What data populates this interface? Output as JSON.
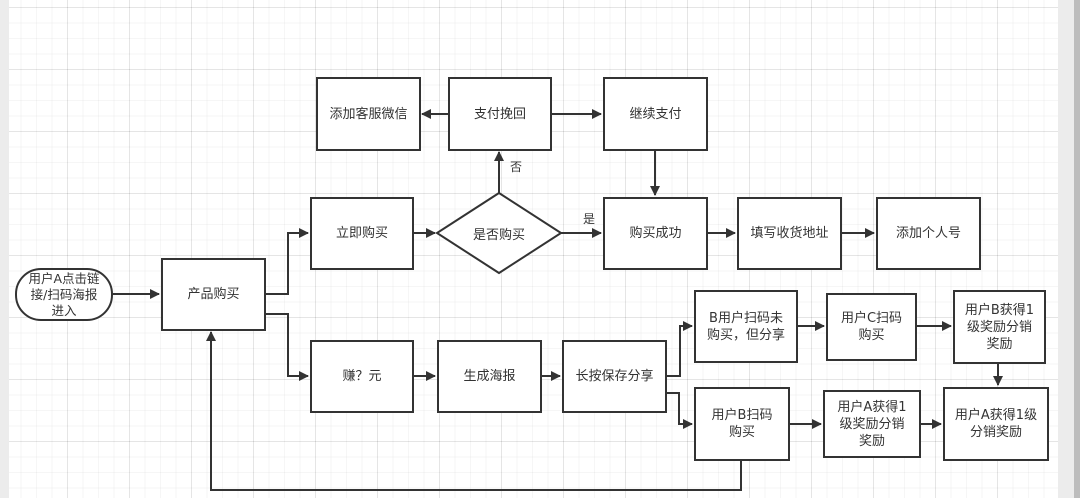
{
  "diagram": {
    "type": "flowchart",
    "nodes": {
      "start": "用户A点击链接/扫码海报进入",
      "product_purchase": "产品购买",
      "buy_now": "立即购买",
      "decision_buy": "是否购买",
      "payment_recovery": "支付挽回",
      "add_service_wechat": "添加客服微信",
      "continue_payment": "继续支付",
      "purchase_success": "购买成功",
      "fill_address": "填写收货地址",
      "add_personal": "添加个人号",
      "earn_yuan": "赚？元",
      "generate_poster": "生成海报",
      "long_press_share": "长按保存分享",
      "b_scan_no_buy_share": "B用户扫码未购买，但分享",
      "c_scan_buy": "用户C扫码购买",
      "b_gets_level1": "用户B获得1级奖励分销奖励",
      "b_scan_buy": "用户B扫码购买",
      "a_gets_level1_reward": "用户A获得1级奖励分销奖励",
      "a_gets_level1_dist": "用户A获得1级分销奖励"
    },
    "edge_labels": {
      "yes": "是",
      "no": "否"
    },
    "edges": [
      {
        "from": "start",
        "to": "product_purchase"
      },
      {
        "from": "product_purchase",
        "to": "buy_now"
      },
      {
        "from": "product_purchase",
        "to": "earn_yuan"
      },
      {
        "from": "buy_now",
        "to": "decision_buy"
      },
      {
        "from": "decision_buy",
        "to": "purchase_success",
        "label": "是"
      },
      {
        "from": "decision_buy",
        "to": "payment_recovery",
        "label": "否"
      },
      {
        "from": "payment_recovery",
        "to": "add_service_wechat"
      },
      {
        "from": "payment_recovery",
        "to": "continue_payment"
      },
      {
        "from": "continue_payment",
        "to": "purchase_success"
      },
      {
        "from": "purchase_success",
        "to": "fill_address"
      },
      {
        "from": "fill_address",
        "to": "add_personal"
      },
      {
        "from": "earn_yuan",
        "to": "generate_poster"
      },
      {
        "from": "generate_poster",
        "to": "long_press_share"
      },
      {
        "from": "long_press_share",
        "to": "b_scan_no_buy_share"
      },
      {
        "from": "long_press_share",
        "to": "b_scan_buy"
      },
      {
        "from": "b_scan_no_buy_share",
        "to": "c_scan_buy"
      },
      {
        "from": "c_scan_buy",
        "to": "b_gets_level1"
      },
      {
        "from": "b_gets_level1",
        "to": "a_gets_level1_dist"
      },
      {
        "from": "b_scan_buy",
        "to": "a_gets_level1_reward"
      },
      {
        "from": "a_gets_level1_reward",
        "to": "a_gets_level1_dist"
      },
      {
        "from": "b_scan_buy",
        "to": "product_purchase"
      }
    ]
  },
  "lines": {
    "start": [
      "用户A点击链",
      "接/扫码海报",
      "进入"
    ],
    "b_scan_no_buy_share": [
      "B用户扫码未",
      "购买，但分享"
    ],
    "c_scan_buy": [
      "用户C扫码",
      "购买"
    ],
    "b_gets_level1": [
      "用户B获得1",
      "级奖励分销",
      "奖励"
    ],
    "b_scan_buy": [
      "用户B扫码",
      "购买"
    ],
    "a_gets_level1_reward": [
      "用户A获得1",
      "级奖励分销",
      "奖励"
    ],
    "a_gets_level1_dist": [
      "用户A获得1级",
      "分销奖励"
    ]
  },
  "colors": {
    "stroke": "#333333",
    "text": "#333333",
    "background": "#ffffff",
    "margin": "#ececec"
  }
}
